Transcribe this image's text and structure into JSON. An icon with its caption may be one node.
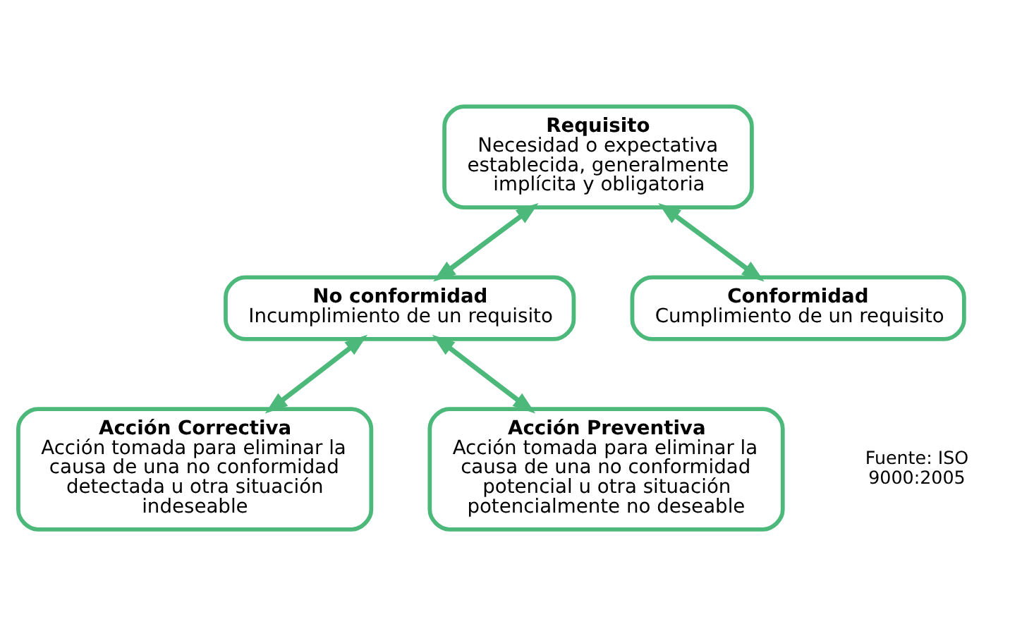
{
  "diagram": {
    "nodes": [
      {
        "text": [
          "Requisito",
          "Necesidad o expectativa establecida, generalmente implícita y obligatoria"
        ]
      },
      {
        "text": [
          "No conformidad",
          "Incumplimiento de un requisito"
        ]
      },
      {
        "text": [
          "Conformidad",
          "Cumplimiento de un requisito"
        ]
      },
      {
        "text": [
          "Acción Correctiva",
          "Acción tomada para eliminar la causa de una no conformidad detectada u otra situación indeseable"
        ]
      },
      {
        "text": [
          "Acción Preventiva",
          "Acción tomada para eliminar la causa de una no conformidad potencial u otra situación potencialmente no deseable"
        ]
      }
    ],
    "edges": [
      {
        "from": 0,
        "to": 1,
        "arrow": "both"
      },
      {
        "from": 0,
        "to": 2,
        "arrow": "both"
      },
      {
        "from": 1,
        "to": 3,
        "arrow": "both"
      },
      {
        "from": 1,
        "to": 4,
        "arrow": "both"
      }
    ],
    "labels": [
      "Fuente: ISO 9000:2005"
    ]
  }
}
